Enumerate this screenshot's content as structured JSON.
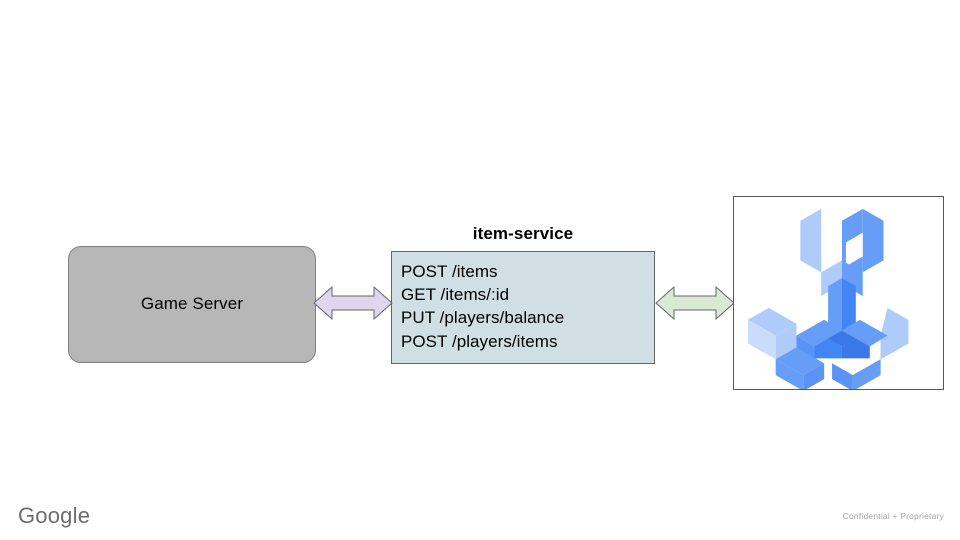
{
  "slide": {
    "background_color": "#ffffff"
  },
  "game_server": {
    "label": "Game Server",
    "fill_color": "#b7b7b7",
    "border_color": "#7f7f7f"
  },
  "service": {
    "title": "item-service",
    "fill_color": "#d0dfe3",
    "border_color": "#666666",
    "endpoints": [
      "POST /items",
      "GET /items/:id",
      "PUT /players/balance",
      "POST /players/items"
    ]
  },
  "connectors": [
    {
      "name": "game-server-to-item-service",
      "style": "double-headed-arrow",
      "fill_color": "#ddd6ec",
      "border_color": "#666666"
    },
    {
      "name": "item-service-to-toolchain",
      "style": "double-headed-arrow",
      "fill_color": "#d9ead3",
      "border_color": "#666666"
    }
  ],
  "illustration": {
    "name": "isometric-wrench-icon",
    "frame_border_color": "#595959",
    "colors": {
      "light": "#aecbfa",
      "medium": "#669df6",
      "dark": "#4285f4",
      "deep": "#3b78e7"
    }
  },
  "footer": {
    "logo_text": "Google",
    "confidentiality": "Confidential + Proprietary"
  }
}
